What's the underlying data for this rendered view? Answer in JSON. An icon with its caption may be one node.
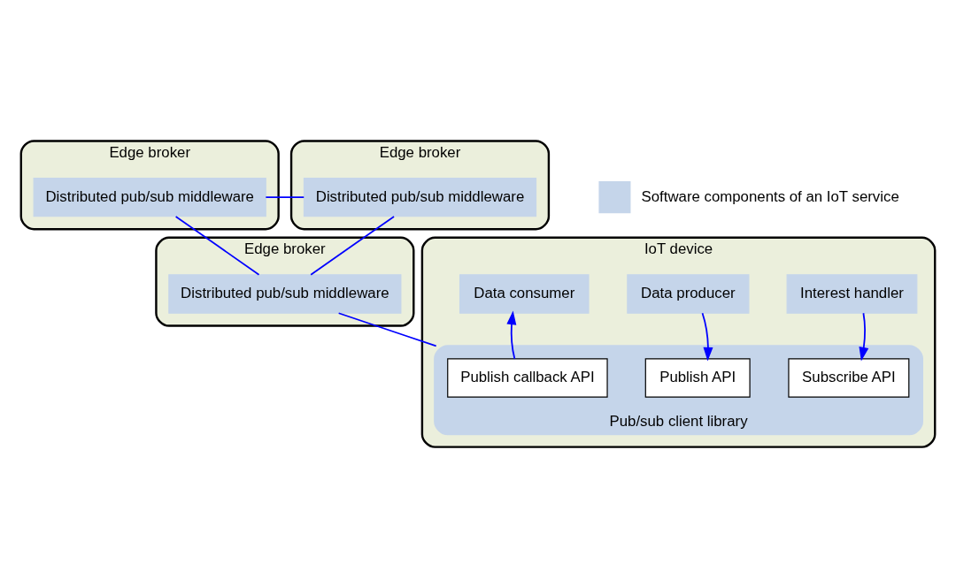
{
  "diagram": {
    "nodes": [
      {
        "text": [
          "Edge broker"
        ]
      },
      {
        "text": [
          "Distributed pub/sub middleware"
        ],
        "in": 0
      },
      {
        "text": [
          "Edge broker"
        ]
      },
      {
        "text": [
          "Distributed pub/sub middleware"
        ],
        "in": 2
      },
      {
        "text": [
          "Edge broker"
        ]
      },
      {
        "text": [
          "Distributed pub/sub middleware"
        ],
        "in": 4
      },
      {
        "text": [
          "IoT device"
        ]
      },
      {
        "text": [
          "Data consumer"
        ],
        "in": 6
      },
      {
        "text": [
          "Data producer"
        ],
        "in": 6
      },
      {
        "text": [
          "Interest handler"
        ],
        "in": 6
      },
      {
        "text": [
          "Pub/sub client library"
        ],
        "in": 6
      },
      {
        "text": [
          "Publish callback API"
        ],
        "in": 10
      },
      {
        "text": [
          "Publish API"
        ],
        "in": 10
      },
      {
        "text": [
          "Subscribe API"
        ],
        "in": 10
      }
    ],
    "edges": [
      {
        "from": 1,
        "to": 3,
        "arrow": "none"
      },
      {
        "from": 1,
        "to": 5,
        "arrow": "none"
      },
      {
        "from": 3,
        "to": 5,
        "arrow": "none"
      },
      {
        "from": 5,
        "to": 10,
        "arrow": "none"
      },
      {
        "from": 11,
        "to": 7,
        "arrow": "to"
      },
      {
        "from": 8,
        "to": 12,
        "arrow": "to"
      },
      {
        "from": 9,
        "to": 13,
        "arrow": "to"
      }
    ],
    "legend": [
      {
        "text": "Software components of an IoT service",
        "color": "#c5d5ea"
      }
    ]
  }
}
